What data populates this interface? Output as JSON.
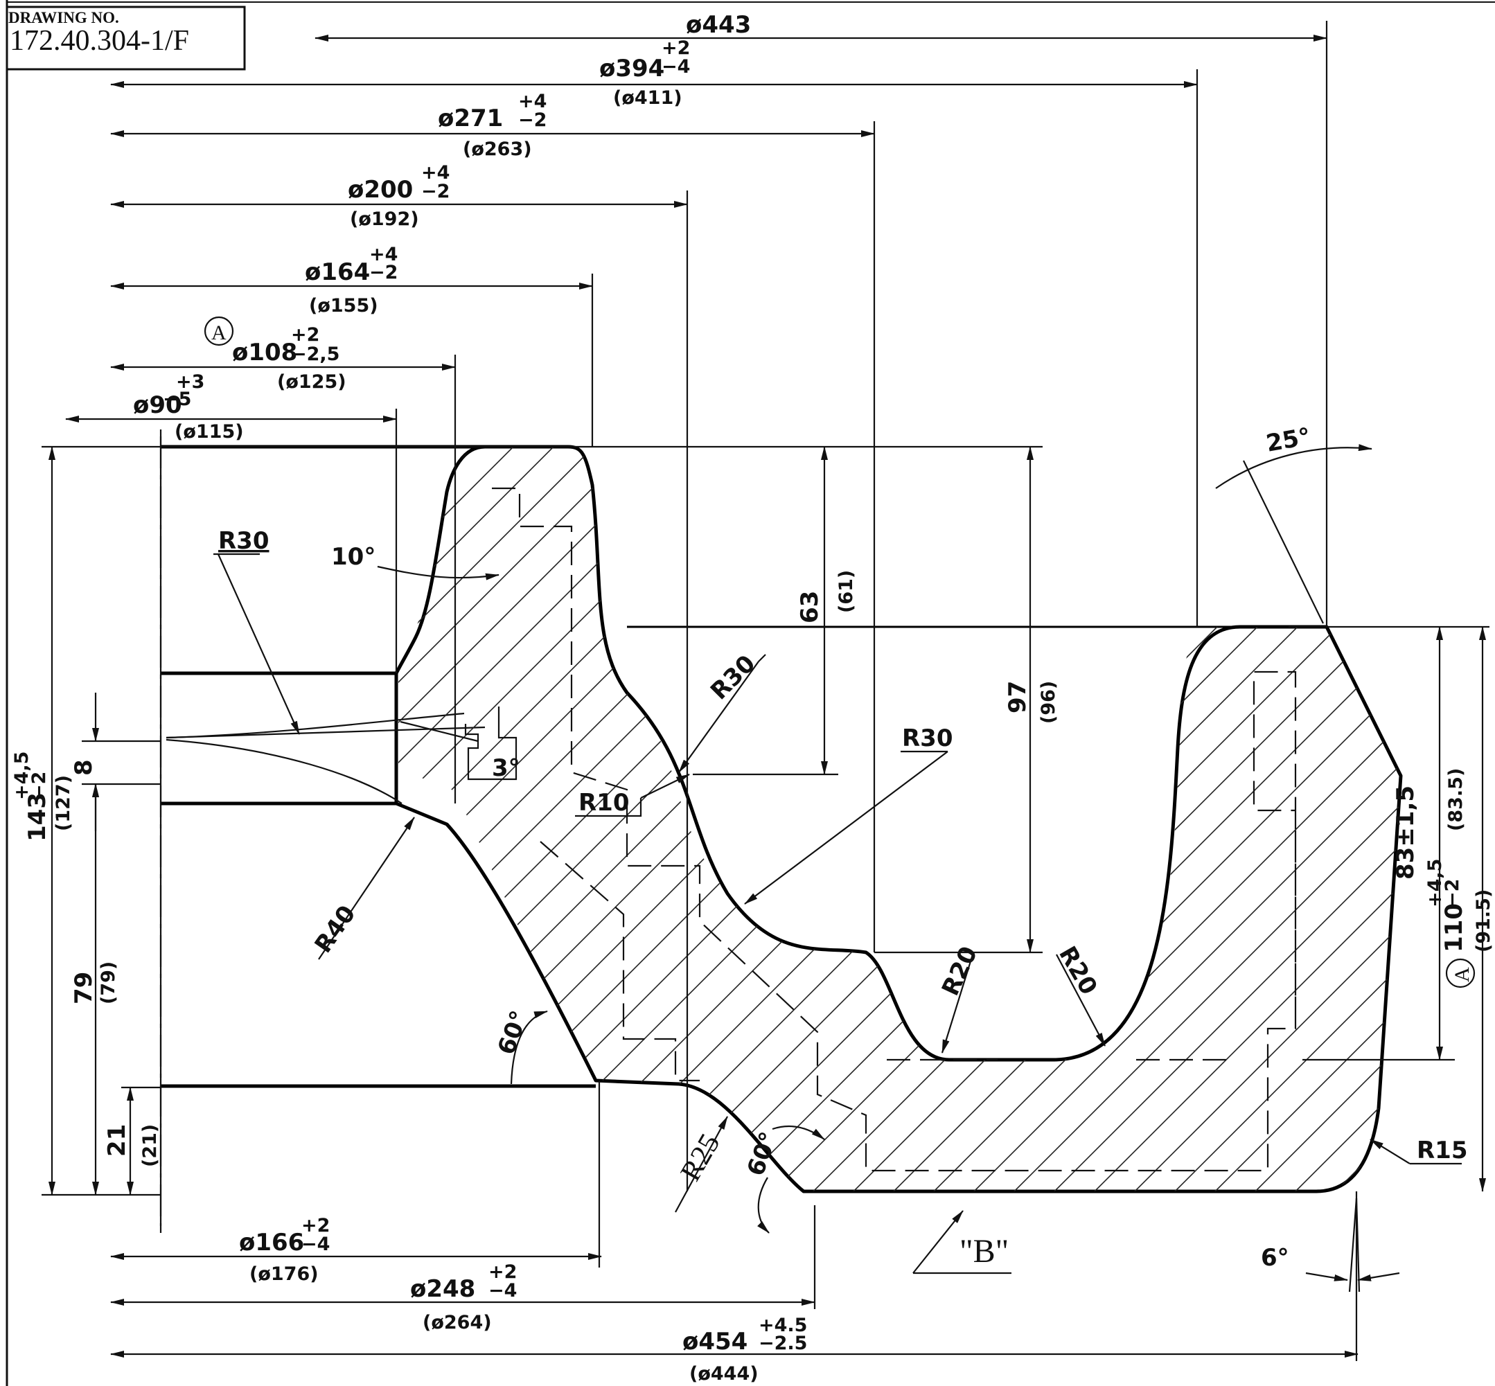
{
  "title_block": {
    "label": "DRAWING NO.",
    "number": "172.40.304-1/F"
  },
  "diameters": {
    "d443": "ø443",
    "d394": "ø394",
    "d394_tol_up": "+2",
    "d394_tol_dn": "−4",
    "d394_ref": "(ø411)",
    "d271": "ø271",
    "d271_tol_up": "+4",
    "d271_tol_dn": "−2",
    "d271_ref": "(ø263)",
    "d200": "ø200",
    "d200_tol_up": "+4",
    "d200_tol_dn": "−2",
    "d200_ref": "(ø192)",
    "d164": "ø164",
    "d164_tol_up": "+4",
    "d164_tol_dn": "−2",
    "d164_ref": "(ø155)",
    "d108_marker": "A",
    "d108": "ø108",
    "d108_tol_up": "+2",
    "d108_tol_dn": "−2,5",
    "d108_ref": "(ø125)",
    "d90": "ø90",
    "d90_tol_up": "+3",
    "d90_tol_dn": "−5",
    "d90_ref": "(ø115)",
    "d166": "ø166",
    "d166_tol_up": "+2",
    "d166_tol_dn": "−4",
    "d166_ref": "(ø176)",
    "d248": "ø248",
    "d248_tol_up": "+2",
    "d248_tol_dn": "−4",
    "d248_ref": "(ø264)",
    "d454": "ø454",
    "d454_tol_up": "+4.5",
    "d454_tol_dn": "−2.5",
    "d454_ref": "(ø444)"
  },
  "heights": {
    "h63": "63",
    "h63_ref": "(61)",
    "h97": "97",
    "h97_ref": "(96)",
    "h143": "143",
    "h143_tol_up": "+4,5",
    "h143_tol_dn": "−2",
    "h143_ref": "(127)",
    "h8": "8",
    "h79": "79",
    "h79_ref": "(79)",
    "h21": "21",
    "h21_ref": "(21)",
    "h83": "83±1,5",
    "h83_ref": "(83.5)",
    "h110_marker": "A",
    "h110": "110",
    "h110_tol_up": "+4,5",
    "h110_tol_dn": "−2",
    "h110_ref": "(91.5)"
  },
  "radii": {
    "r30_a": "R30",
    "r30_b": "R30",
    "r30_c": "R30",
    "r10": "R10",
    "r40": "R40",
    "r25": "R25",
    "r20_a": "R20",
    "r20_b": "R20",
    "r15": "R15"
  },
  "angles": {
    "a10": "10°",
    "a3": "3°",
    "a25": "25°",
    "a60_a": "60°",
    "a60_b": "60°",
    "a6": "6°"
  },
  "view_label": "\"B\""
}
